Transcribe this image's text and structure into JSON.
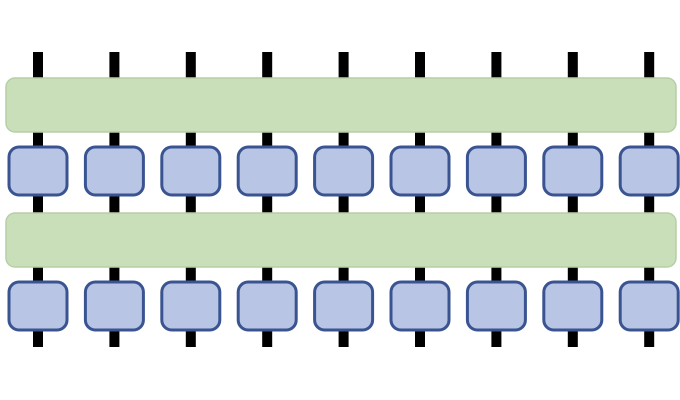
{
  "diagram": {
    "columns": 9,
    "stages": [
      "wide-bar",
      "box-row",
      "wide-bar",
      "box-row"
    ],
    "colors": {
      "background": "#ffffff",
      "wire": "#000000",
      "bar_fill": "#c9dfb9",
      "bar_stroke": "#b7cfa6",
      "box_fill": "#b8c5e4",
      "box_stroke": "#3a5492"
    }
  }
}
